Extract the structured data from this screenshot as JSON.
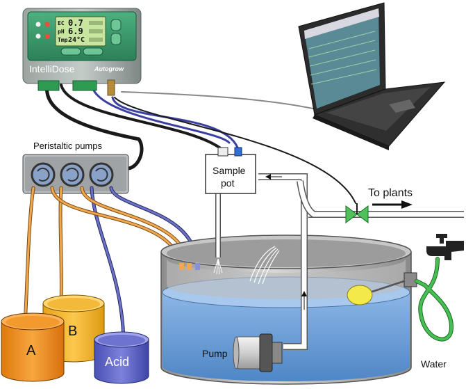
{
  "controller": {
    "brand": "IntelliDose",
    "maker": "Autogrow",
    "readings": [
      {
        "name": "EC",
        "value": "0.7"
      },
      {
        "name": "pH",
        "value": "6.9"
      },
      {
        "name": "Tmp",
        "value": "24°C"
      }
    ]
  },
  "labels": {
    "pumps_title": "Peristaltic pumps",
    "sample_pot_line1": "Sample",
    "sample_pot_line2": "pot",
    "to_plants": "To plants",
    "pump": "Pump",
    "water": "Water",
    "tank_a": "A",
    "tank_b": "B",
    "tank_acid": "Acid"
  },
  "colors": {
    "controller_body": "#8e9a95",
    "controller_face": "#3a9a6e",
    "lcd": "#c8e6a0",
    "pipe_orange": "#e59a3a",
    "pipe_blue": "#5a5fb0",
    "tank_water": "#6fa0d8",
    "bucket_a": "#f2901e",
    "bucket_b": "#f5b52a",
    "bucket_acid": "#5b62c8",
    "valve": "#3bb54a",
    "float": "#f3e94a",
    "hose": "#3fb84b"
  }
}
